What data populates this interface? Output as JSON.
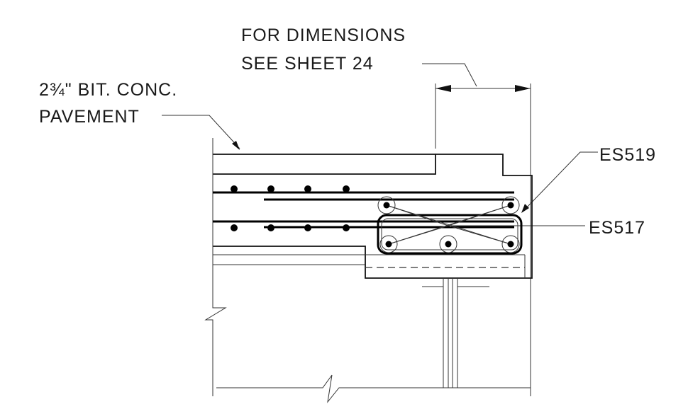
{
  "labels": {
    "dimension_note_line1": "FOR DIMENSIONS",
    "dimension_note_line2": "SEE SHEET 24",
    "pavement_line1": "2¾\" BIT. CONC.",
    "pavement_line2": "PAVEMENT",
    "bar_upper": "ES519",
    "bar_lower": "ES517"
  },
  "colors": {
    "ink": "#111111",
    "paper": "#ffffff"
  }
}
